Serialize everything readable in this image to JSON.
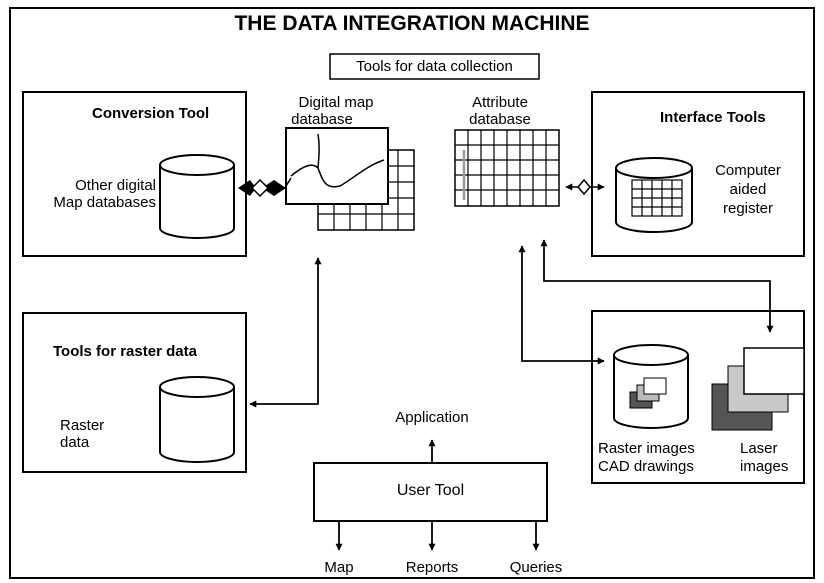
{
  "title": "THE DATA INTEGRATION MACHINE",
  "collection_label": "Tools for data collection",
  "conversion_tool": {
    "heading": "Conversion Tool",
    "label_line1": "Other digital",
    "label_line2": "Map databases"
  },
  "digital_map": {
    "line1": "Digital map",
    "line2": "database"
  },
  "attribute_db": {
    "line1": "Attribute",
    "line2": "database"
  },
  "interface_tools": {
    "heading": "Interface Tools",
    "line1": "Computer",
    "line2": "aided",
    "line3": "register"
  },
  "raster_tools": {
    "heading": "Tools for raster data",
    "line1": "Raster",
    "line2": "data"
  },
  "images_box": {
    "raster_line1": "Raster images",
    "raster_line2": "CAD drawings",
    "laser_line1": "Laser",
    "laser_line2": "images"
  },
  "user_tool": {
    "label": "User Tool",
    "application": "Application",
    "outputs": [
      "Map",
      "Reports",
      "Queries"
    ]
  },
  "colors": {
    "ink": "#000000",
    "paper": "#ffffff",
    "grey_dark": "#555555",
    "grey_mid": "#9a9a9a",
    "grey_light": "#d0d0d0"
  }
}
